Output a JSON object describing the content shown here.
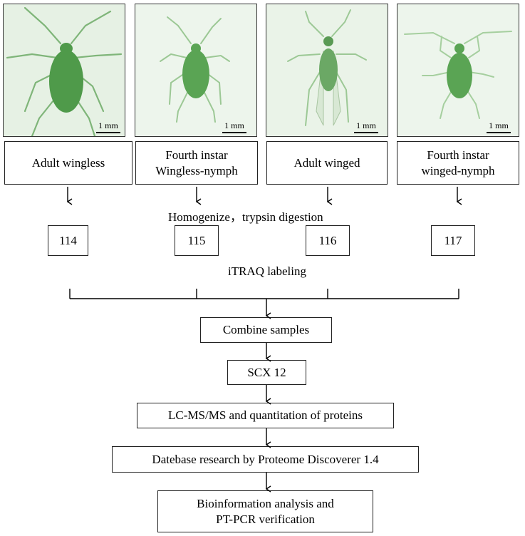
{
  "colors": {
    "photo_background": "#eaf4ea",
    "aphid_body": "#4f9a4a",
    "aphid_leg": "#8dbf86"
  },
  "scale_label": "1 mm",
  "photos": [
    {
      "name": "adult-wingless-photo",
      "icon": "aphid-icon",
      "scale": "1 mm"
    },
    {
      "name": "fourth-instar-wingless-nymph-photo",
      "icon": "aphid-icon",
      "scale": "1 mm"
    },
    {
      "name": "adult-winged-photo",
      "icon": "winged-aphid-icon",
      "scale": "1 mm"
    },
    {
      "name": "fourth-instar-winged-nymph-photo",
      "icon": "aphid-icon",
      "scale": "1 mm"
    }
  ],
  "stages": [
    {
      "line1": "Adult wingless",
      "line2": ""
    },
    {
      "line1": "Fourth instar",
      "line2": "Wingless-nymph"
    },
    {
      "line1": "Adult winged",
      "line2": ""
    },
    {
      "line1": "Fourth instar",
      "line2": "winged-nymph"
    }
  ],
  "homogenize_label": "Homogenize，trypsin digestion",
  "tags": [
    "114",
    "115",
    "116",
    "117"
  ],
  "itraq_label": "iTRAQ labeling",
  "steps": {
    "combine": "Combine samples",
    "scx": "SCX 12",
    "lcms": "LC-MS/MS and quantitation of proteins",
    "database": "Datebase research by Proteome Discoverer 1.4",
    "bioinfo_line1": "Bioinformation analysis and",
    "bioinfo_line2": "PT-PCR verification"
  }
}
